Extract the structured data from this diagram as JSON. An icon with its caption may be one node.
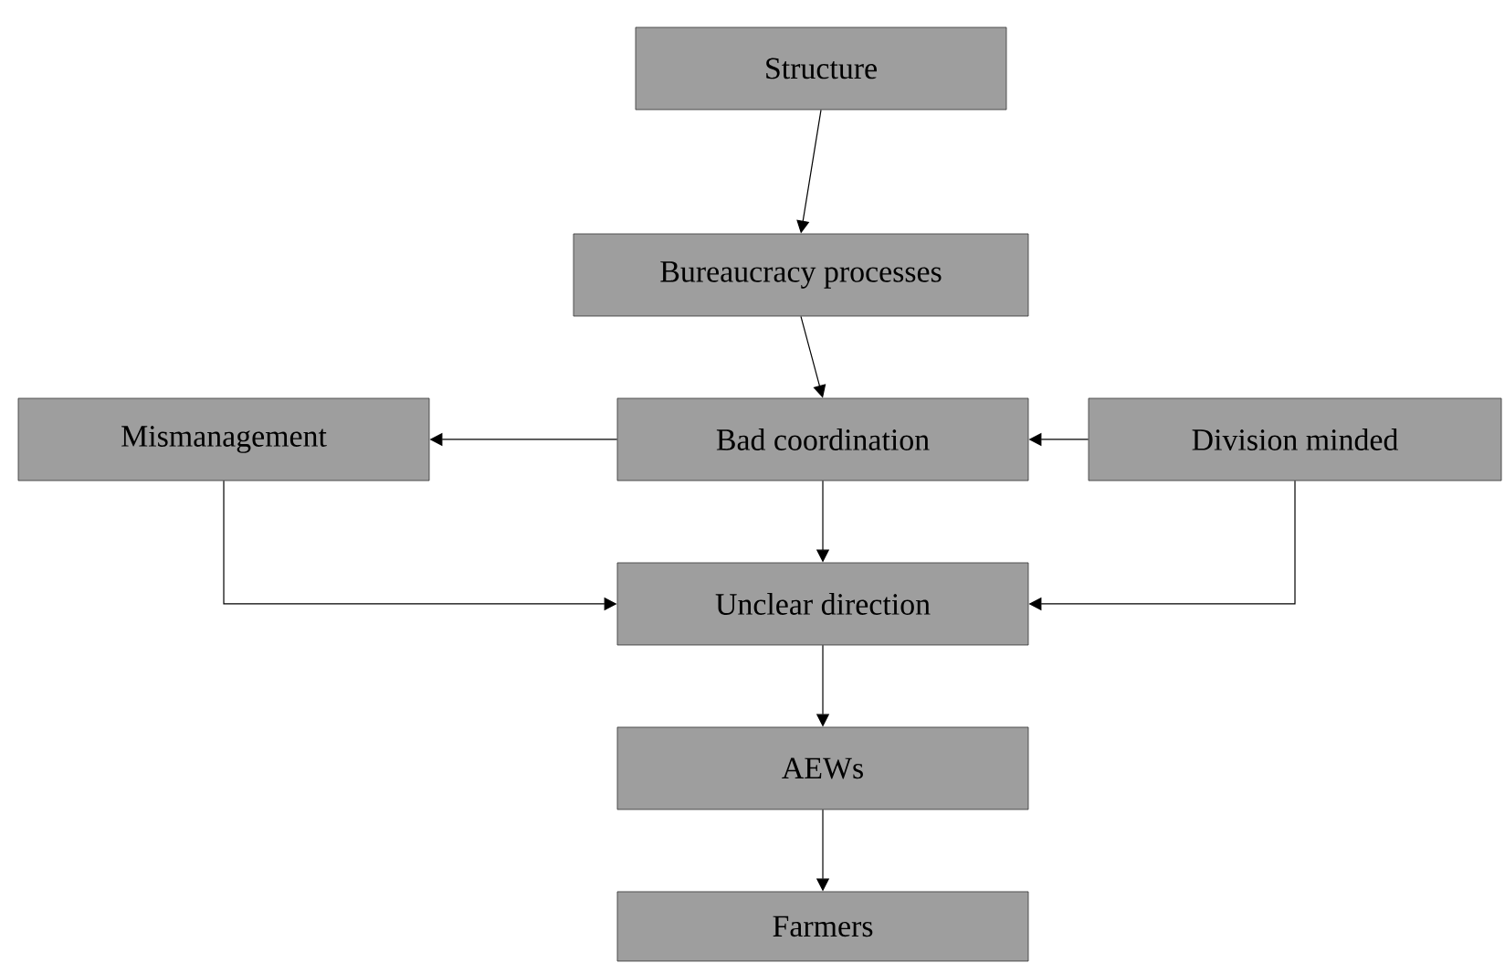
{
  "diagram": {
    "nodes": [
      {
        "text": [
          "Structure"
        ]
      },
      {
        "text": [
          "Bureaucracy processes"
        ]
      },
      {
        "text": [
          "Bad coordination"
        ]
      },
      {
        "text": [
          "Mismanagement"
        ]
      },
      {
        "text": [
          "Division minded"
        ]
      },
      {
        "text": [
          "Unclear direction"
        ]
      },
      {
        "text": [
          "AEWs"
        ]
      },
      {
        "text": [
          "Farmers"
        ]
      }
    ],
    "edges": [
      {
        "from": 0,
        "to": 1,
        "arrow": "to"
      },
      {
        "from": 1,
        "to": 2,
        "arrow": "to"
      },
      {
        "from": 2,
        "to": 3,
        "arrow": "to"
      },
      {
        "from": 4,
        "to": 2,
        "arrow": "to"
      },
      {
        "from": 2,
        "to": 5,
        "arrow": "to"
      },
      {
        "from": 3,
        "to": 5,
        "arrow": "to"
      },
      {
        "from": 4,
        "to": 5,
        "arrow": "to"
      },
      {
        "from": 5,
        "to": 6,
        "arrow": "to"
      },
      {
        "from": 6,
        "to": 7,
        "arrow": "to"
      }
    ]
  }
}
